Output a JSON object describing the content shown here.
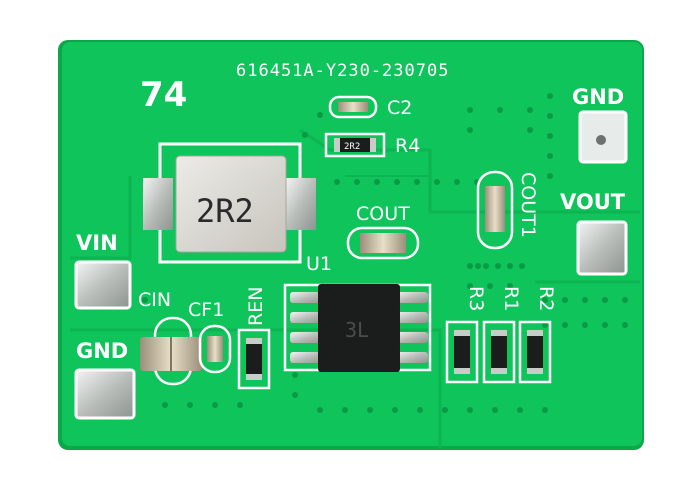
{
  "board": {
    "board_number": "74",
    "part_code": "616451A-Y230-230705",
    "colors": {
      "pcb": "#0fc45a",
      "pcb_shadow": "#0aa84b",
      "trace": "#12b956",
      "pad": "#c8ccc9",
      "silkscreen": "#ffffff",
      "ic": "#1b1d1c",
      "inductor": "#d9d6d0"
    }
  },
  "labels": {
    "gnd_top": "GND",
    "vout": "VOUT",
    "vin": "VIN",
    "gnd_bottom": "GND",
    "c2": "C2",
    "r4": "R4",
    "cout": "COUT",
    "cout1": "COUT1",
    "u1": "U1",
    "cin": "CIN",
    "cf1": "CF1",
    "ren": "REN",
    "r3": "R3",
    "r1": "R1",
    "r2": "R2"
  },
  "components": {
    "inductor_marking": "2R2",
    "r4_marking": "2R2",
    "ic_marking": "3L"
  }
}
